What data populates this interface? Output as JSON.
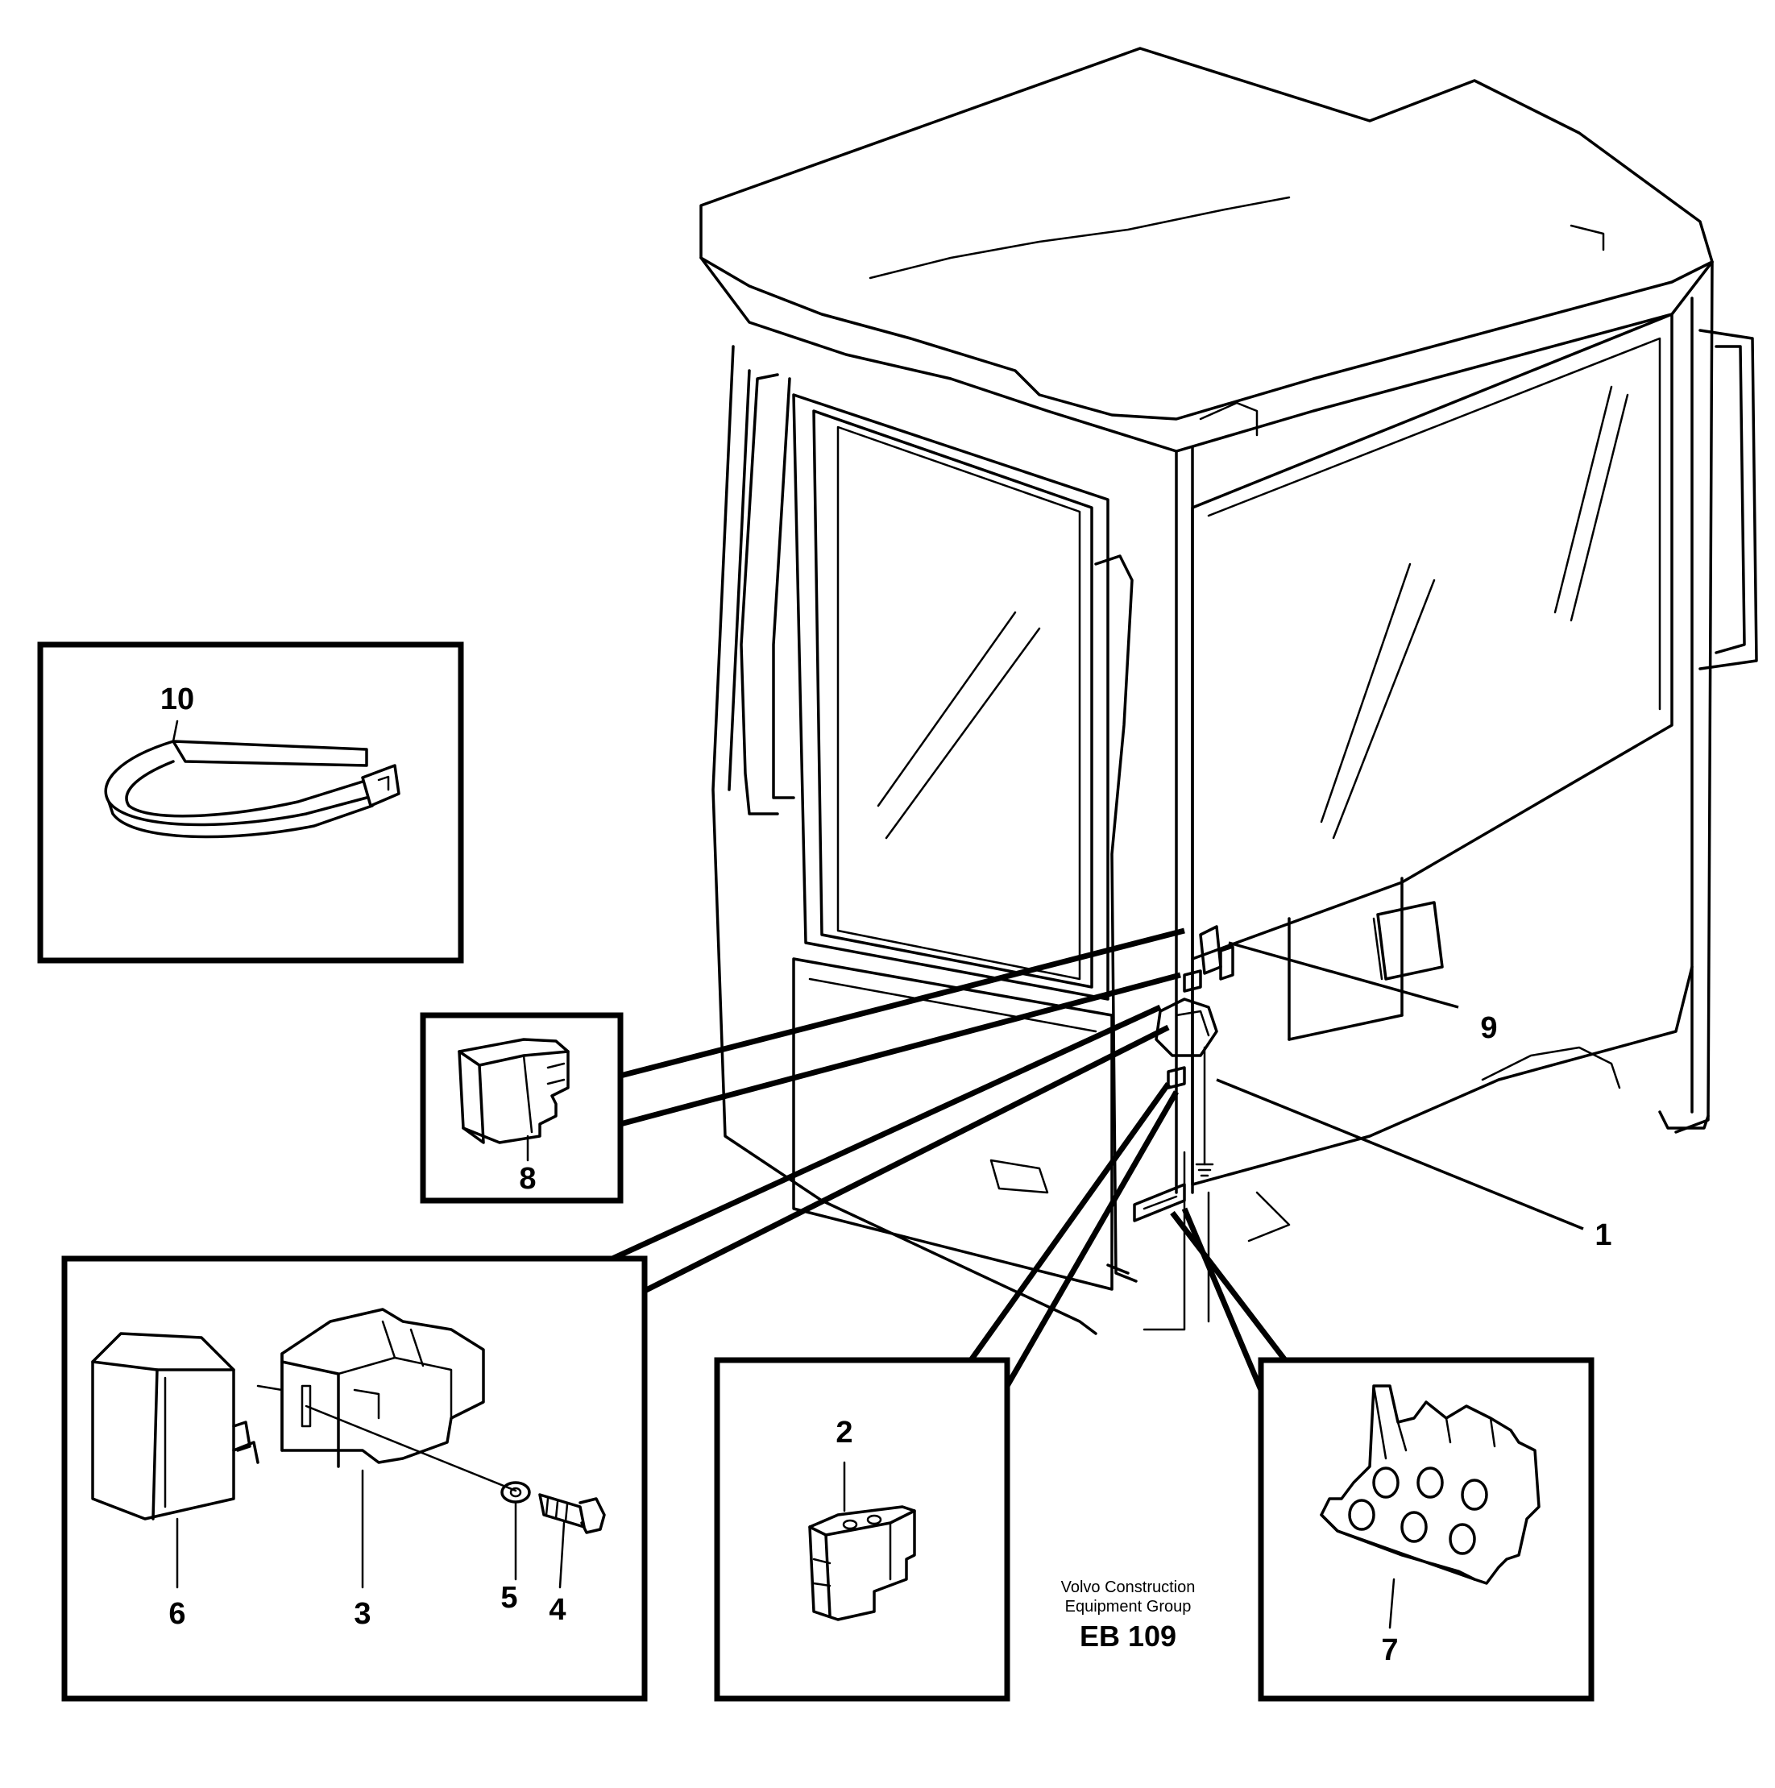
{
  "callouts": {
    "c1": "1",
    "c2": "2",
    "c3": "3",
    "c4": "4",
    "c5": "5",
    "c6": "6",
    "c7": "7",
    "c8": "8",
    "c9": "9",
    "c10": "10"
  },
  "credit": {
    "line1": "Volvo Construction",
    "line2": "Equipment Group",
    "code": "EB 109"
  }
}
